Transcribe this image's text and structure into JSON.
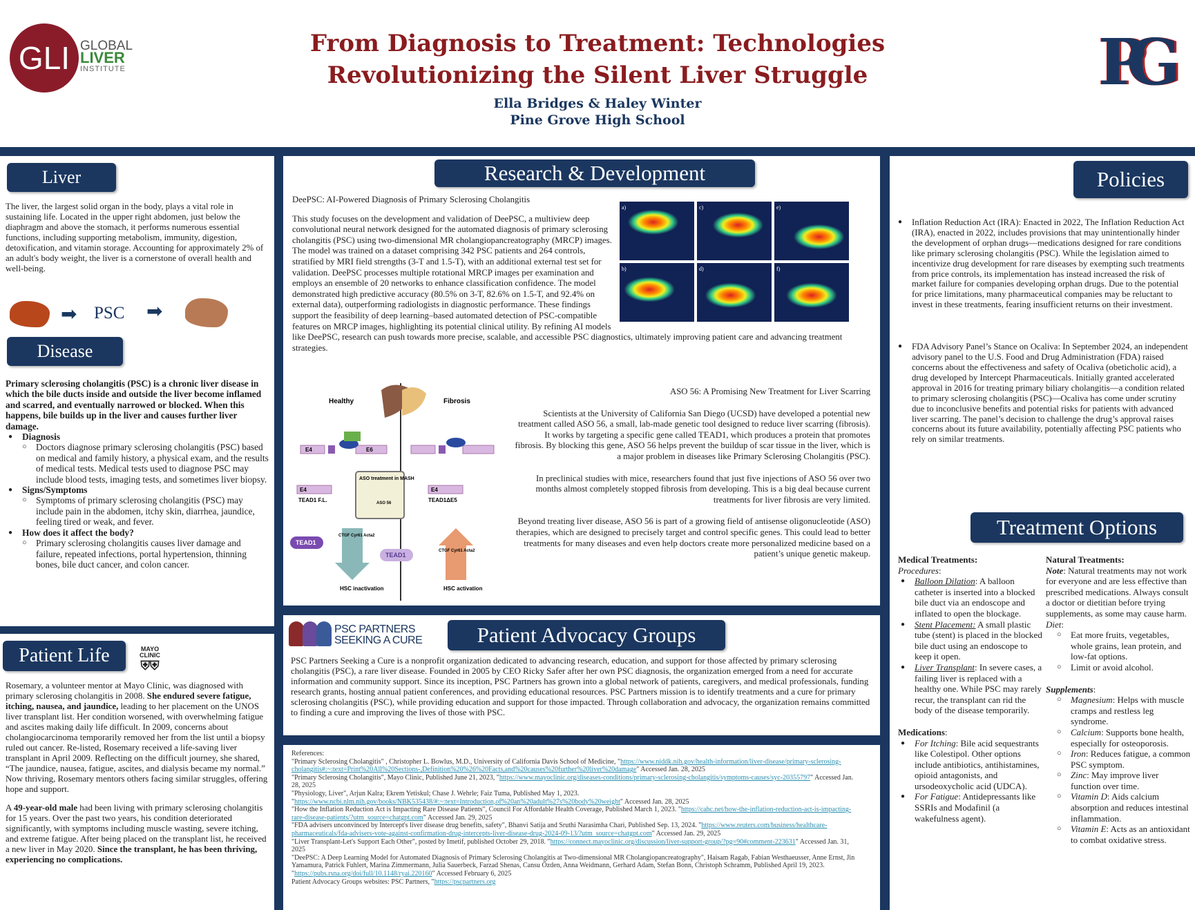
{
  "header": {
    "title_line1": "From Diagnosis to Treatment: Technologies",
    "title_line2": "Revolutionizing the Silent Liver Struggle",
    "authors": "Ella Bridges & Haley Winter",
    "school": "Pine Grove High School",
    "logo_left": {
      "initials": "GLI",
      "line1": "GLOBAL",
      "line2": "LIVER",
      "line3": "INSTITUTE"
    },
    "logo_right": "PG"
  },
  "colors": {
    "navy": "#1b3760",
    "maroon": "#8a1c1f",
    "green": "#3a8a3a",
    "link": "#2a8fb0"
  },
  "liver": {
    "heading": "Liver",
    "text": "The liver, the largest solid organ in the body, plays a vital role in sustaining life. Located in the upper right abdomen, just below the diaphragm and above the stomach, it performs numerous essential functions, including supporting metabolism, immunity, digestion, detoxification, and vitamin storage. Accounting for approximately 2% of an adult's body weight, the liver is a cornerstone of overall health and well-being.",
    "psc_label": "PSC"
  },
  "disease": {
    "heading": "Disease",
    "intro": "Primary sclerosing cholangitis (PSC) is a chronic liver disease in which the bile ducts inside and outside the liver become inflamed and scarred, and eventually narrowed or blocked. When this happens, bile builds up in the liver and causes further liver damage.",
    "items": [
      {
        "title": "Diagnosis",
        "text": "Doctors diagnose primary sclerosing cholangitis (PSC) based on medical and family history, a physical exam, and the results of medical tests. Medical tests used to diagnose PSC may include blood tests, imaging tests, and sometimes liver biopsy."
      },
      {
        "title": "Signs/Symptoms",
        "text": "Symptoms of primary sclerosing cholangitis (PSC) may include pain in the abdomen, itchy skin, diarrhea, jaundice, feeling tired or weak, and fever."
      },
      {
        "title": "How does it affect the body?",
        "text": "Primary sclerosing cholangitis causes liver damage and failure, repeated infections, portal hypertension, thinning bones, bile duct cancer, and colon cancer."
      }
    ]
  },
  "patient_life": {
    "heading": "Patient Life",
    "mayo": "MAYO CLINIC",
    "p1_a": "Rosemary, a volunteer mentor at Mayo Clinic, was diagnosed with primary sclerosing cholangitis in 2008. ",
    "p1_b": "She endured severe fatigue, itching, nausea, and jaundice,",
    "p1_c": " leading to her placement on the UNOS liver transplant list. Her condition worsened, with overwhelming fatigue and ascites making daily life difficult. In 2009, concerns about cholangiocarcinoma temporarily removed her from the list until a biopsy ruled out cancer. Re-listed, Rosemary received a life-saving liver transplant in April 2009. Reflecting on the difficult journey, she shared, “The jaundice, nausea, fatigue, ascites, and dialysis became my normal.” Now thriving, Rosemary mentors others facing similar struggles, offering hope and support.",
    "p2_a": "A ",
    "p2_b": "49-year-old male",
    "p2_c": " had been living with primary sclerosing cholangitis for 15 years. Over the past two years, his condition deteriorated significantly, with symptoms including muscle wasting, severe itching, and extreme fatigue. After being placed on the transplant list, he received a new liver in May 2020. ",
    "p2_d": "Since the transplant, he has been thriving, experiencing no complications."
  },
  "rd": {
    "heading": "Research & Development",
    "deepsc_title": "DeePSC: AI-Powered Diagnosis of Primary Sclerosing Cholangitis",
    "deepsc_text": "This study focuses on the development and validation of DeePSC, a multiview deep convolutional neural network designed for the automated diagnosis of primary sclerosing cholangitis (PSC) using two-dimensional MR cholangiopancreatography (MRCP) images. The model was trained on a dataset comprising 342 PSC patients and 264 controls, stratified by MRI field strengths (3-T and 1.5-T), with an additional external test set for validation. DeePSC processes multiple rotational MRCP images per examination and employs an ensemble of 20 networks to enhance classification confidence. The model demonstrated high predictive accuracy (80.5% on 3-T, 82.6% on 1.5-T, and 92.4% on external data), outperforming radiologists in diagnostic performance. These findings support the feasibility of deep learning–based automated detection of PSC-compatible features on MRCP images, highlighting its potential clinical utility. By refining AI models like DeePSC, research can push towards more precise, scalable, and accessible PSC diagnostics, ultimately improving patient care and advancing treatment strategies.",
    "mri_labels": [
      "a)",
      "c)",
      "e)",
      "b)",
      "d)",
      "f)"
    ],
    "aso_title": "ASO 56: A Promising New Treatment for Liver Scarring",
    "aso_p1": "Scientists at the University of California San Diego (UCSD) have developed a potential new treatment called ASO 56, a small, lab-made genetic tool designed to reduce liver scarring (fibrosis). It works by targeting a specific gene called TEAD1, which produces a protein that promotes fibrosis. By blocking this gene, ASO 56 helps prevent the buildup of scar tissue in the liver, which is a major problem in diseases like Primary Sclerosing Cholangitis (PSC).",
    "aso_p2": "In preclinical studies with mice, researchers found that just five injections of ASO 56 over two months almost completely stopped fibrosis from developing. This is a big deal because current treatments for liver fibrosis are very limited.",
    "aso_p3": "Beyond treating liver disease, ASO 56 is part of a growing field of antisense oligonucleotide (ASO) therapies, which are designed to precisely target and control specific genes. This could lead to better treatments for many diseases and even help doctors create more personalized medicine based on a patient’s unique genetic makeup.",
    "diagram": {
      "healthy": "Healthy",
      "fibrosis": "Fibrosis",
      "e4": "E4",
      "e6": "E6",
      "tead1_fl": "TEAD1 F.L.",
      "tead1_d": "TEAD1ΔE5",
      "aso_box": "ASO treatment in MASH",
      "aso56": "ASO 56",
      "tead1": "TEAD1",
      "genes": "CTGF Cyr61 Acta2",
      "inact": "HSC inactivation",
      "act": "HSC activation"
    }
  },
  "advocacy": {
    "heading": "Patient Advocacy Groups",
    "logo_line1": "PSC PARTNERS",
    "logo_line2": "SEEKING A CURE",
    "text": "PSC Partners Seeking a Cure is a nonprofit organization dedicated to advancing research, education, and support for those affected by primary sclerosing cholangitis (PSC), a rare liver disease. Founded in 2005 by CEO Ricky Safer after her own PSC diagnosis, the organization emerged from a need for accurate information and community support. Since its inception, PSC Partners has grown into a global network of patients, caregivers, and medical professionals, funding research grants, hosting annual patient conferences, and providing educational resources. PSC Partners mission is to identify treatments and a cure for primary sclerosing cholangitis (PSC), while providing education and support for those impacted. Through collaboration and advocacy, the organization remains committed to finding a cure and improving the lives of those with PSC."
  },
  "references": {
    "heading": "References:",
    "items": [
      {
        "text": "\"Primary Sclerosing Cholangitis\" , Christopher L. Bowlus, M.D., University of California Davis School of Medicine,",
        "url": "https://www.niddk.nih.gov/health-information/liver-disease/primary-sclerosing-cholangitis#:~:text=Print%20All%20Sections-,Definition%20%26%20Facts,and%20causes%20further%20liver%20damage",
        "after": "\" Accessed Jan. 28, 2025"
      },
      {
        "text": "\"Primary Sclerosing Cholangitis\", Mayo Clinic, Published June 21, 2023,",
        "url": "https://www.mayoclinic.org/diseases-conditions/primary-sclerosing-cholangitis/symptoms-causes/syc-20355797",
        "after": "\" Accessed Jan. 28, 2025"
      },
      {
        "text": "\"Physiology, Liver\", Arjun Kalra; Ekrem Yetiskul; Chase J. Wehrle; Faiz Tuma, Published May 1, 2023.",
        "url": "https://www.ncbi.nlm.nih.gov/books/NBK535438/#:~:text=Introduction,of%20an%20adult%27s%20body%20weight",
        "after": "\" Accessed Jan. 28, 2025"
      },
      {
        "text": "\"How the Inflation Reduction Act is Impacting Rare Disease Patients\", Council For Affordable Health Coverage, Published March 1, 2023.",
        "url": "https://cahc.net/how-the-inflation-reduction-act-is-impacting-rare-disease-patients/?utm_source=chatgpt.com",
        "after": "\" Accessed Jan. 29, 2025"
      },
      {
        "text": "\"FDA advisers unconvinced by Intercept's liver disease drug benefits, safety\", Bhanvi Satija and Sruthi Narasimha Chari, Published Sep. 13, 2024.",
        "url": "https://www.reuters.com/business/healthcare-pharmaceuticals/fda-advisers-vote-against-confirmation-drug-intercepts-liver-disease-drug-2024-09-13/?utm_source=chatgpt.com",
        "after": "\" Accessed Jan. 29, 2025"
      },
      {
        "text": "\"Liver Transplant-Let's Support Each Other\", posted by Imetif, published October 29, 2018.",
        "url": "https://connect.mayoclinic.org/discussion/liver-support-group/?pg=90#comment-223631",
        "after": "\" Accessed Jan. 31, 2025"
      },
      {
        "text": "\"DeePSC: A Deep Learning Model for Automated Diagnosis of Primary Sclerosing Cholangitis at Two-dimensional MR Cholangiopancreatography\", Haisam Ragab, Fabian Westhaeusser, Anne Ernst, Jin Yamamura, Patrick Fuhlert, Marina Zimmermann, Julia Sauerbeck, Farzad Shenas, Cansu Özden, Anna Weidmann, Gerhard Adam, Stefan Bonn, Christoph Schramm, Published April 19, 2023.",
        "url": "https://pubs.rsna.org/doi/full/10.1148/ryai.220160",
        "after": "\" Accessed February 6, 2025"
      },
      {
        "text": "Patient Advocacy Groups websites: PSC Partners,",
        "url": "https://pscpartners.org",
        "after": ""
      }
    ]
  },
  "policies": {
    "heading": "Policies",
    "items": [
      "Inflation Reduction Act (IRA): Enacted in 2022, The Inflation Reduction Act (IRA), enacted in 2022, includes provisions that may unintentionally hinder the development of orphan drugs—medications designed for rare conditions like primary sclerosing cholangitis (PSC). While the legislation aimed to incentivize drug development for rare diseases by exempting such treatments from price controls, its implementation has instead increased the risk of market failure for companies developing orphan drugs. Due to the potential for price limitations, many pharmaceutical companies may be reluctant to invest in these treatments, fearing insufficient returns on their investment.",
      "FDA Advisory Panel’s Stance on Ocaliva: In September 2024, an independent advisory panel to the U.S. Food and Drug Administration (FDA) raised concerns about the effectiveness and safety of Ocaliva (obeticholic acid), a drug developed by Intercept Pharmaceuticals. Initially granted accelerated approval in 2016 for treating primary biliary cholangitis—a condition related to primary sclerosing cholangitis (PSC)—Ocaliva has come under scrutiny due to inconclusive benefits and potential risks for patients with advanced liver scarring. The panel’s decision to challenge the drug’s approval raises concerns about its future availability, potentially affecting PSC patients who rely on similar treatments."
    ]
  },
  "treatment": {
    "heading": "Treatment Options",
    "medical": {
      "title": "Medical Treatments:",
      "procedures_label": "Procedures",
      "procedures": [
        {
          "name": "Balloon Dilation",
          "text": ": A balloon catheter is inserted into a blocked bile duct via an endoscope and inflated to open the blockage."
        },
        {
          "name": "Stent Placement:",
          "text": " A small plastic tube (stent) is placed in the blocked bile duct using an endoscope to keep it open."
        },
        {
          "name": "Liver Transplant",
          "text": ": In severe cases, a failing liver is replaced with a healthy one. While PSC may rarely recur, the transplant can rid the body of the disease temporarily."
        }
      ],
      "medications_label": "Medications",
      "medications": [
        {
          "name": "For Itching",
          "text": ": Bile acid sequestrants like Colestipol. Other options include antibiotics, antihistamines, opioid antagonists, and ursodeoxycholic acid (UDCA)."
        },
        {
          "name": "For Fatigue",
          "text": ": Antidepressants like SSRIs and Modafinil (a wakefulness agent)."
        }
      ]
    },
    "natural": {
      "title": "Natural Treatments:",
      "note_label": "Note",
      "note": ": Natural treatments may not work for everyone and are less effective than prescribed medications. Always consult a doctor or dietitian before trying supplements, as some may cause harm.",
      "diet_label": "Diet",
      "diet": [
        "Eat more fruits, vegetables, whole grains, lean protein, and low-fat options.",
        "Limit or avoid alcohol."
      ],
      "supp_label": "Supplements",
      "supplements": [
        {
          "name": "Magnesium",
          "text": ": Helps with muscle cramps and restless leg syndrome."
        },
        {
          "name": "Calcium",
          "text": ": Supports bone health, especially for osteoporosis."
        },
        {
          "name": "Iron",
          "text": ": Reduces fatigue, a common PSC symptom."
        },
        {
          "name": "Zinc",
          "text": ": May improve liver function over time."
        },
        {
          "name": "Vitamin D",
          "text": ": Aids calcium absorption and reduces intestinal inflammation."
        },
        {
          "name": "Vitamin E",
          "text": ": Acts as an antioxidant to combat oxidative stress."
        }
      ]
    }
  }
}
